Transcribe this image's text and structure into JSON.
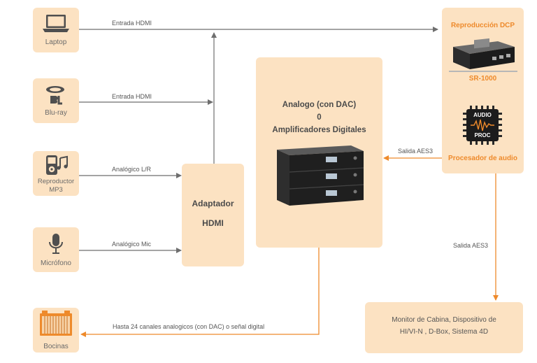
{
  "sources": {
    "laptop": {
      "label": "Laptop",
      "icon": "laptop-icon"
    },
    "bluray": {
      "label": "Blu-ray",
      "icon": "bluray-icon"
    },
    "mp3": {
      "label_line1": "Reproductor",
      "label_line2": "MP3",
      "icon": "mp3-player-icon"
    },
    "mic": {
      "label": "Micrófono",
      "icon": "microphone-icon"
    },
    "speakers": {
      "label": "Bocinas",
      "icon": "speaker-icon"
    }
  },
  "edges": {
    "laptop_hdmi": "Entrada HDMI",
    "bluray_hdmi": "Entrada HDMI",
    "analog_lr": "Analógico L/R",
    "analog_mic": "Analógico Mic",
    "aes3_left": "Salida AES3",
    "aes3_down": "Salida AES3",
    "channels": "Hasta 24 canales analogicos (con DAC) o señal digital"
  },
  "adapter": {
    "line1": "Adaptador",
    "line2": "HDMI"
  },
  "amplifier": {
    "line1": "Analogo (con DAC)",
    "line2": "0",
    "line3": "Amplificadores Digitales",
    "icon": "amplifier-rack-icon"
  },
  "dcp": {
    "title": "Reproducción DCP",
    "model": "SR-1000",
    "chip_line1": "AUDIO",
    "chip_line2": "PROC",
    "processor_label": "Procesador de audio"
  },
  "monitor": {
    "line1": "Monitor de Cabina, Dispositivo de",
    "line2": "HI/VI-N , D-Box, Sistema 4D"
  },
  "colors": {
    "box_fill": "#fce2c2",
    "accent": "#ee8a2b",
    "arrow_gray": "#6e6e6e",
    "icon_dark": "#4f4f4f"
  }
}
